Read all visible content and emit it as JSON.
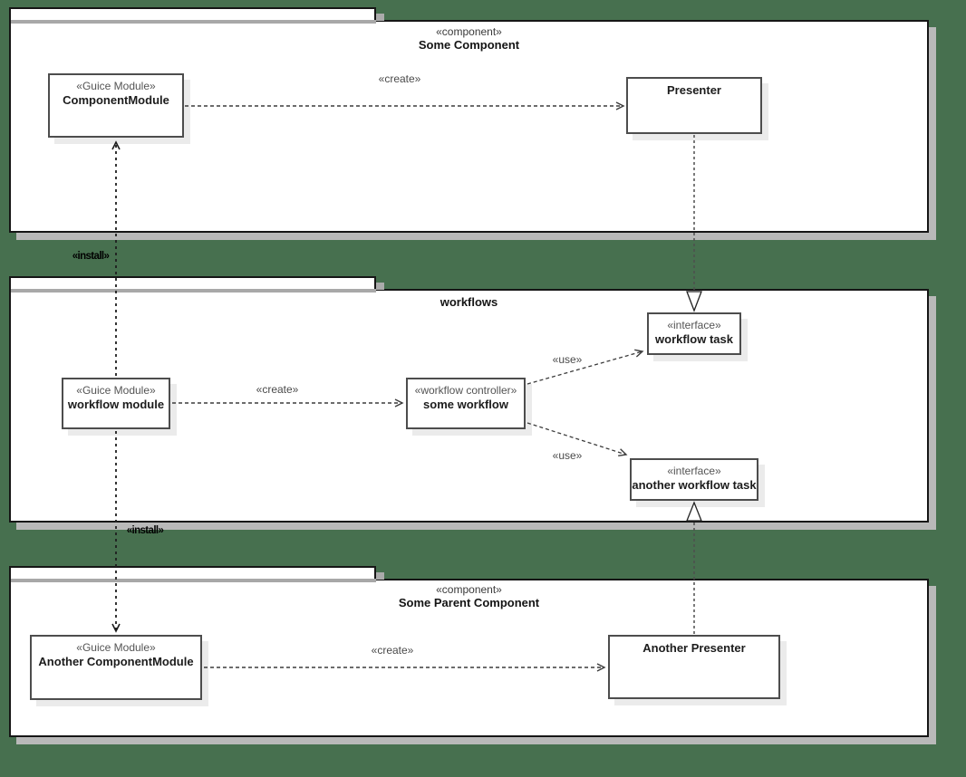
{
  "diagram": {
    "background_color": "#47704f",
    "package_fill": "#ffffff",
    "shadow_color": "#b9b9b9",
    "packages": [
      {
        "stereotype": "«component»",
        "name": "Some Component"
      },
      {
        "stereotype": "",
        "name": "workflows"
      },
      {
        "stereotype": "«component»",
        "name": "Some Parent Component"
      }
    ],
    "classes": [
      {
        "stereotype": "«Guice Module»",
        "name": "ComponentModule"
      },
      {
        "stereotype": "",
        "name": "Presenter"
      },
      {
        "stereotype": "«Guice Module»",
        "name": "workflow module"
      },
      {
        "stereotype": "«workflow controller»",
        "name": "some workflow"
      },
      {
        "stereotype": "«interface»",
        "name": "workflow task"
      },
      {
        "stereotype": "«interface»",
        "name": "another workflow task"
      },
      {
        "stereotype": "«Guice Module»",
        "name": "Another ComponentModule"
      },
      {
        "stereotype": "",
        "name": "Another Presenter"
      }
    ],
    "edge_labels": {
      "create_component": "«create»",
      "create_workflow": "«create»",
      "create_parent": "«create»",
      "use_workflow_task": "«use»",
      "use_another_workflow_task": "«use»",
      "install_component_module": "«install»",
      "install_another_component_module": "«install»"
    }
  }
}
